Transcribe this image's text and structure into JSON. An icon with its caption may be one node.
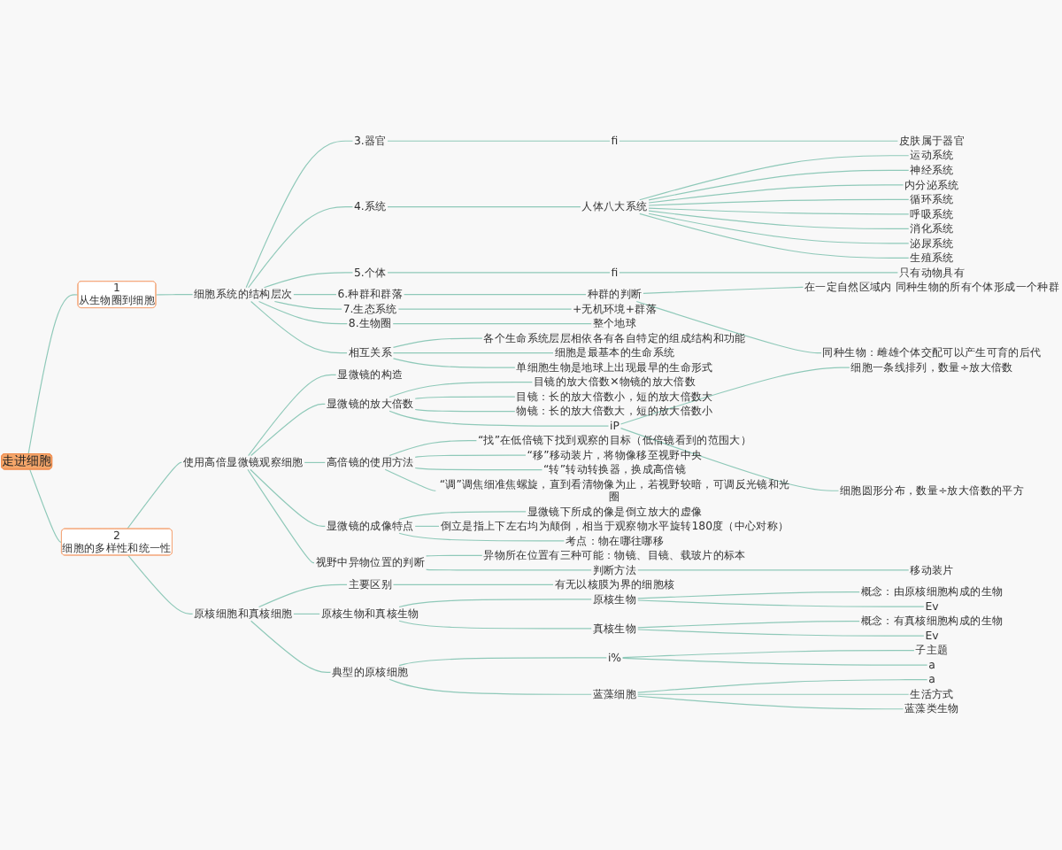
{
  "diagram": {
    "nodes": [
      {
        "text": [
          "走进细胞"
        ]
      },
      {
        "text": [
          "1",
          "从生物圈到细胞"
        ]
      },
      {
        "text": [
          "细胞系统的结构层次"
        ]
      },
      {
        "text": [
          "3.器官"
        ]
      },
      {
        "text": [
          "fi"
        ]
      },
      {
        "text": [
          "皮肤属于器官"
        ]
      },
      {
        "text": [
          "4.系统"
        ]
      },
      {
        "text": [
          "人体八大系统"
        ]
      },
      {
        "text": [
          "运动系统"
        ]
      },
      {
        "text": [
          "神经系统"
        ]
      },
      {
        "text": [
          "内分泌系统"
        ]
      },
      {
        "text": [
          "循环系统"
        ]
      },
      {
        "text": [
          "呼吸系统"
        ]
      },
      {
        "text": [
          "消化系统"
        ]
      },
      {
        "text": [
          "泌尿系统"
        ]
      },
      {
        "text": [
          "生殖系统"
        ]
      },
      {
        "text": [
          "5.个体"
        ]
      },
      {
        "text": [
          "fi"
        ]
      },
      {
        "text": [
          "只有动物具有"
        ]
      },
      {
        "text": [
          "6.种群和群落"
        ]
      },
      {
        "text": [
          "种群的判断"
        ]
      },
      {
        "text": [
          "在一定自然区域内 同种生物的所有个体形成一个种群"
        ]
      },
      {
        "text": [
          "同种生物：雌雄个体交配可以产生可育的后代"
        ]
      },
      {
        "text": [
          "7.生态系统"
        ]
      },
      {
        "text": [
          "+无机环境+群落"
        ]
      },
      {
        "text": [
          "8.生物圈"
        ]
      },
      {
        "text": [
          "整个地球"
        ]
      },
      {
        "text": [
          "相互关系"
        ]
      },
      {
        "text": [
          "各个生命系统层层相依各有各自特定的组成结构和功能"
        ]
      },
      {
        "text": [
          "细胞是最基本的生命系统"
        ]
      },
      {
        "text": [
          "单细胞生物是地球上出现最早的生命形式"
        ]
      },
      {
        "text": [
          "2",
          "细胞的多样性和统一性"
        ]
      },
      {
        "text": [
          "使用高倍显微镜观察细胞"
        ]
      },
      {
        "text": [
          "显微镜的构造"
        ]
      },
      {
        "text": [
          "显微镜的放大倍数"
        ]
      },
      {
        "text": [
          "目镜的放大倍数✕物镜的放大倍数"
        ]
      },
      {
        "text": [
          "目镜：长的放大倍数小，短的放大倍数大"
        ]
      },
      {
        "text": [
          "物镜：长的放大倍数大，短的放大倍数小"
        ]
      },
      {
        "text": [
          "iP"
        ]
      },
      {
        "text": [
          "细胞一条线排列，数量÷放大倍数"
        ]
      },
      {
        "text": [
          "细胞圆形分布，数量÷放大倍数的平方"
        ]
      },
      {
        "text": [
          "高倍镜的使用方法"
        ]
      },
      {
        "text": [
          "“找”在低倍镜下找到观察的目标（低倍镜看到的范围大）"
        ]
      },
      {
        "text": [
          "“移”移动装片，将物像移至视野中央"
        ]
      },
      {
        "text": [
          "“转”转动转换器，换成高倍镜"
        ]
      },
      {
        "text": [
          "“调”调焦细准焦螺旋，直到看清物像为止，若视野较暗，可调反光镜和光圈"
        ]
      },
      {
        "text": [
          "显微镜的成像特点"
        ]
      },
      {
        "text": [
          "显微镜下所成的像是倒立放大的虚像"
        ]
      },
      {
        "text": [
          "倒立是指上下左右均为颠倒，相当于观察物水平旋转180度（中心对称）"
        ]
      },
      {
        "text": [
          "考点：物在哪往哪移"
        ]
      },
      {
        "text": [
          "视野中异物位置的判断"
        ]
      },
      {
        "text": [
          "异物所在位置有三种可能：物镜、目镜、载玻片的标本"
        ]
      },
      {
        "text": [
          "判断方法"
        ]
      },
      {
        "text": [
          "移动装片"
        ]
      },
      {
        "text": [
          "原核细胞和真核细胞"
        ]
      },
      {
        "text": [
          "主要区别"
        ]
      },
      {
        "text": [
          "有无以核膜为界的细胞核"
        ]
      },
      {
        "text": [
          "原核生物和真核生物"
        ]
      },
      {
        "text": [
          "原核生物"
        ]
      },
      {
        "text": [
          "概念：由原核细胞构成的生物"
        ]
      },
      {
        "text": [
          "Ev"
        ]
      },
      {
        "text": [
          "真核生物"
        ]
      },
      {
        "text": [
          "概念：有真核细胞构成的生物"
        ]
      },
      {
        "text": [
          "Ev"
        ]
      },
      {
        "text": [
          "典型的原核细胞"
        ]
      },
      {
        "text": [
          "i%"
        ]
      },
      {
        "text": [
          "子主题"
        ]
      },
      {
        "text": [
          "a"
        ]
      },
      {
        "text": [
          "蓝藻细胞"
        ]
      },
      {
        "text": [
          "a"
        ]
      },
      {
        "text": [
          "生活方式"
        ]
      },
      {
        "text": [
          "蓝藻类生物"
        ]
      }
    ],
    "edges": [
      {
        "from": 0,
        "to": 1,
        "arrow": "none"
      },
      {
        "from": 1,
        "to": 2,
        "arrow": "none"
      },
      {
        "from": 2,
        "to": 3,
        "arrow": "none"
      },
      {
        "from": 3,
        "to": 4,
        "arrow": "none"
      },
      {
        "from": 4,
        "to": 5,
        "arrow": "none"
      },
      {
        "from": 2,
        "to": 6,
        "arrow": "none"
      },
      {
        "from": 6,
        "to": 7,
        "arrow": "none"
      },
      {
        "from": 7,
        "to": 8,
        "arrow": "none"
      },
      {
        "from": 7,
        "to": 9,
        "arrow": "none"
      },
      {
        "from": 7,
        "to": 10,
        "arrow": "none"
      },
      {
        "from": 7,
        "to": 11,
        "arrow": "none"
      },
      {
        "from": 7,
        "to": 12,
        "arrow": "none"
      },
      {
        "from": 7,
        "to": 13,
        "arrow": "none"
      },
      {
        "from": 7,
        "to": 14,
        "arrow": "none"
      },
      {
        "from": 7,
        "to": 15,
        "arrow": "none"
      },
      {
        "from": 2,
        "to": 16,
        "arrow": "none"
      },
      {
        "from": 16,
        "to": 17,
        "arrow": "none"
      },
      {
        "from": 17,
        "to": 18,
        "arrow": "none"
      },
      {
        "from": 2,
        "to": 19,
        "arrow": "none"
      },
      {
        "from": 19,
        "to": 20,
        "arrow": "none"
      },
      {
        "from": 20,
        "to": 21,
        "arrow": "none"
      },
      {
        "from": 20,
        "to": 22,
        "arrow": "none"
      },
      {
        "from": 2,
        "to": 23,
        "arrow": "none"
      },
      {
        "from": 23,
        "to": 24,
        "arrow": "none"
      },
      {
        "from": 2,
        "to": 25,
        "arrow": "none"
      },
      {
        "from": 25,
        "to": 26,
        "arrow": "none"
      },
      {
        "from": 2,
        "to": 27,
        "arrow": "none"
      },
      {
        "from": 27,
        "to": 28,
        "arrow": "none"
      },
      {
        "from": 27,
        "to": 29,
        "arrow": "none"
      },
      {
        "from": 27,
        "to": 30,
        "arrow": "none"
      },
      {
        "from": 0,
        "to": 31,
        "arrow": "none"
      },
      {
        "from": 31,
        "to": 32,
        "arrow": "none"
      },
      {
        "from": 32,
        "to": 33,
        "arrow": "none"
      },
      {
        "from": 32,
        "to": 34,
        "arrow": "none"
      },
      {
        "from": 34,
        "to": 35,
        "arrow": "none"
      },
      {
        "from": 34,
        "to": 36,
        "arrow": "none"
      },
      {
        "from": 34,
        "to": 37,
        "arrow": "none"
      },
      {
        "from": 34,
        "to": 38,
        "arrow": "none"
      },
      {
        "from": 38,
        "to": 39,
        "arrow": "none"
      },
      {
        "from": 38,
        "to": 40,
        "arrow": "none"
      },
      {
        "from": 32,
        "to": 41,
        "arrow": "none"
      },
      {
        "from": 41,
        "to": 42,
        "arrow": "none"
      },
      {
        "from": 41,
        "to": 43,
        "arrow": "none"
      },
      {
        "from": 41,
        "to": 44,
        "arrow": "none"
      },
      {
        "from": 41,
        "to": 45,
        "arrow": "none"
      },
      {
        "from": 32,
        "to": 46,
        "arrow": "none"
      },
      {
        "from": 46,
        "to": 47,
        "arrow": "none"
      },
      {
        "from": 46,
        "to": 48,
        "arrow": "none"
      },
      {
        "from": 46,
        "to": 49,
        "arrow": "none"
      },
      {
        "from": 32,
        "to": 50,
        "arrow": "none"
      },
      {
        "from": 50,
        "to": 51,
        "arrow": "none"
      },
      {
        "from": 50,
        "to": 52,
        "arrow": "none"
      },
      {
        "from": 52,
        "to": 53,
        "arrow": "none"
      },
      {
        "from": 31,
        "to": 54,
        "arrow": "none"
      },
      {
        "from": 54,
        "to": 55,
        "arrow": "none"
      },
      {
        "from": 55,
        "to": 56,
        "arrow": "none"
      },
      {
        "from": 54,
        "to": 57,
        "arrow": "none"
      },
      {
        "from": 57,
        "to": 58,
        "arrow": "none"
      },
      {
        "from": 58,
        "to": 59,
        "arrow": "none"
      },
      {
        "from": 58,
        "to": 60,
        "arrow": "none"
      },
      {
        "from": 57,
        "to": 61,
        "arrow": "none"
      },
      {
        "from": 61,
        "to": 62,
        "arrow": "none"
      },
      {
        "from": 61,
        "to": 63,
        "arrow": "none"
      },
      {
        "from": 54,
        "to": 64,
        "arrow": "none"
      },
      {
        "from": 64,
        "to": 65,
        "arrow": "none"
      },
      {
        "from": 65,
        "to": 66,
        "arrow": "none"
      },
      {
        "from": 65,
        "to": 67,
        "arrow": "none"
      },
      {
        "from": 64,
        "to": 68,
        "arrow": "none"
      },
      {
        "from": 68,
        "to": 69,
        "arrow": "none"
      },
      {
        "from": 68,
        "to": 70,
        "arrow": "none"
      },
      {
        "from": 68,
        "to": 71,
        "arrow": "none"
      }
    ]
  }
}
